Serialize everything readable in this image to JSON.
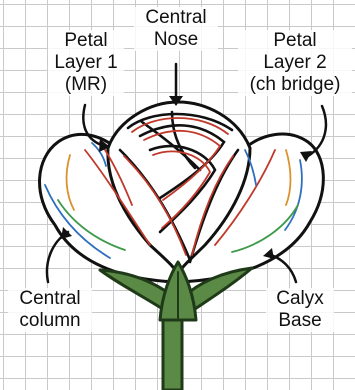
{
  "labels": {
    "central_nose": "Central\nNose",
    "petal_layer_1": "Petal\nLayer 1\n(MR)",
    "petal_layer_2": "Petal\nLayer 2\n(ch bridge)",
    "central_column": "Central\ncolumn",
    "calyx_base": "Calyx\nBase"
  },
  "colors": {
    "outline": "#111111",
    "red_strand": "#c0392b",
    "blue_strand": "#2e6fbf",
    "green_strand": "#3f9a4a",
    "orange_strand": "#d9922e",
    "sepal_fill": "#5a8a45",
    "sepal_stroke": "#1f3a18",
    "grid": "#c9c9c9"
  }
}
